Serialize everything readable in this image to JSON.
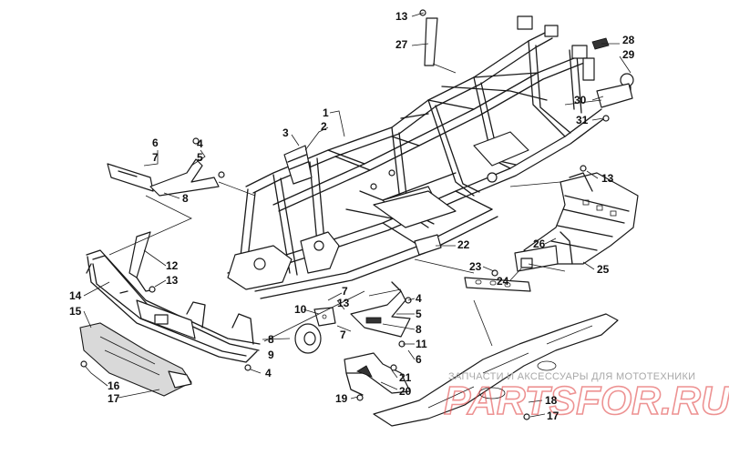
{
  "callouts": {
    "c1": "1",
    "c2": "2",
    "c3": "3",
    "c4a": "4",
    "c4b": "4",
    "c4c": "4",
    "c5a": "5",
    "c5b": "5",
    "c6a": "6",
    "c6b": "6",
    "c7a": "7",
    "c7b": "7",
    "c7c": "7",
    "c8a": "8",
    "c8b": "8",
    "c8c": "8",
    "c9": "9",
    "c10": "10",
    "c11": "11",
    "c12": "12",
    "c13a": "13",
    "c13b": "13",
    "c13c": "13",
    "c13d": "13",
    "c14": "14",
    "c15": "15",
    "c16": "16",
    "c17a": "17",
    "c17b": "17",
    "c18": "18",
    "c19": "19",
    "c20": "20",
    "c21": "21",
    "c22": "22",
    "c23": "23",
    "c24": "24",
    "c25": "25",
    "c26": "26",
    "c27": "27",
    "c28": "28",
    "c29": "29",
    "c30": "30",
    "c31": "31"
  },
  "watermark": {
    "caption": "ЗАПЧАСТИ И АКСЕССУАРЫ ДЛЯ МОТОТЕХНИКИ",
    "brand": "PARTSFOR.RU"
  }
}
